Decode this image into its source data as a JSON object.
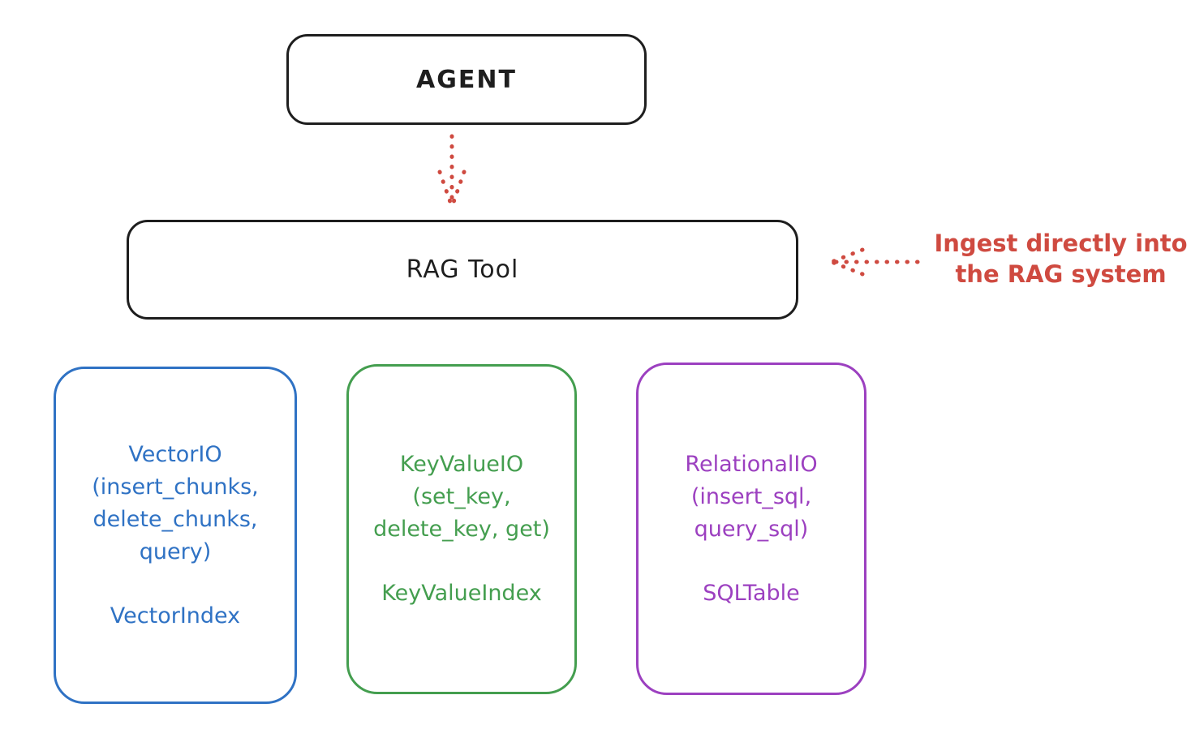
{
  "agent_box": {
    "label": "AGENT",
    "border_color": "#1e1e1e"
  },
  "rag_tool_box": {
    "label": "RAG Tool",
    "border_color": "#1e1e1e"
  },
  "annotation": {
    "line1": "Ingest directly into",
    "line2": "the RAG system",
    "color": "#cf4a40"
  },
  "arrows": {
    "agent_to_rag": {
      "style": "dotted",
      "direction": "down",
      "color": "#cf4a40"
    },
    "annotation_to_rag": {
      "style": "dotted",
      "direction": "left",
      "color": "#cf4a40"
    }
  },
  "io_boxes": [
    {
      "id": "vector-io",
      "color": "#2f72c4",
      "title": "VectorIO",
      "method_lines": [
        "(insert_chunks,",
        "delete_chunks,",
        "query)"
      ],
      "index_label": "VectorIndex"
    },
    {
      "id": "keyvalue-io",
      "color": "#449e4f",
      "title": "KeyValueIO",
      "method_lines": [
        "(set_key,",
        "delete_key, get)"
      ],
      "index_label": "KeyValueIndex"
    },
    {
      "id": "relational-io",
      "color": "#9c40c0",
      "title": "RelationalIO",
      "method_lines": [
        "(insert_sql,",
        "query_sql)"
      ],
      "index_label": "SQLTable"
    }
  ]
}
